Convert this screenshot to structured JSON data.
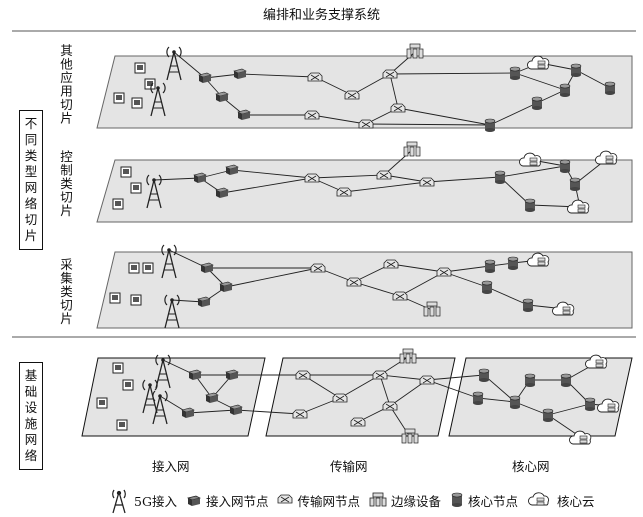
{
  "title": "编排和业务支撑系统",
  "slice_group_label": "不同类型网络切片",
  "infra_group_label": "基础设施网络",
  "slices": [
    {
      "label": "其他应用切片"
    },
    {
      "label": "控制类切片"
    },
    {
      "label": "采集类切片"
    }
  ],
  "infra_sections": [
    {
      "label": "接入网"
    },
    {
      "label": "传输网"
    },
    {
      "label": "核心网"
    }
  ],
  "legend": [
    {
      "icon": "tower-5g-icon",
      "label": "5G接入"
    },
    {
      "icon": "access-node-icon",
      "label": "接入网节点"
    },
    {
      "icon": "transport-node-icon",
      "label": "传输网节点"
    },
    {
      "icon": "edge-device-icon",
      "label": "边缘设备"
    },
    {
      "icon": "core-node-icon",
      "label": "核心节点"
    },
    {
      "icon": "core-cloud-icon",
      "label": "核心云"
    }
  ],
  "colors": {
    "plane": "#e4e4e4",
    "line": "#222222",
    "node": "#555555"
  }
}
